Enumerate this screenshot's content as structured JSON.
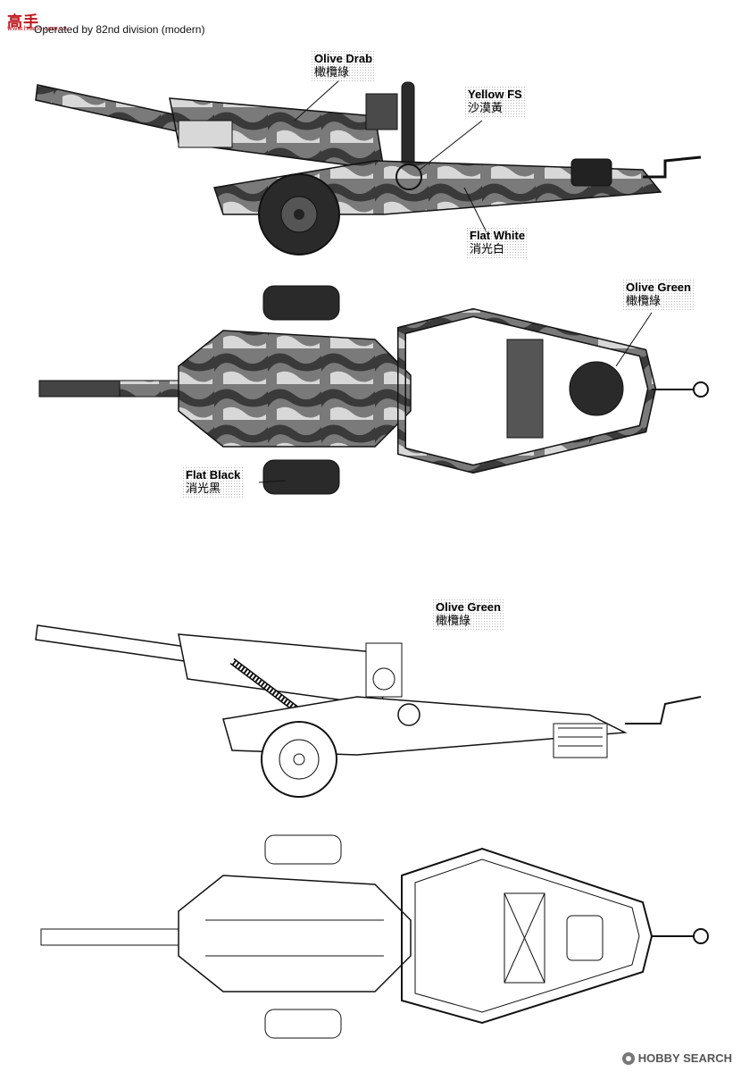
{
  "header": {
    "logo_text": "高手",
    "logo_url": "www.hiwoo.com.cn",
    "caption": "Operated by 82nd division (modern)"
  },
  "labels": {
    "olive_drab": {
      "en": "Olive Drab",
      "zh": "橄欖綠"
    },
    "yellow_fs": {
      "en": "Yellow FS",
      "zh": "沙漠黃"
    },
    "flat_white": {
      "en": "Flat White",
      "zh": "消光白"
    },
    "olive_green_top": {
      "en": "Olive Green",
      "zh": "橄欖綠"
    },
    "flat_black": {
      "en": "Flat Black",
      "zh": "消光黑"
    },
    "olive_green_side": {
      "en": "Olive Green",
      "zh": "橄欖綠"
    }
  },
  "footer": {
    "watermark": "HOBBY SEARCH"
  },
  "colors": {
    "camo_dark": "#3a3a3a",
    "camo_mid": "#7a7a7a",
    "camo_light": "#d8d8d8",
    "line": "#111111"
  }
}
